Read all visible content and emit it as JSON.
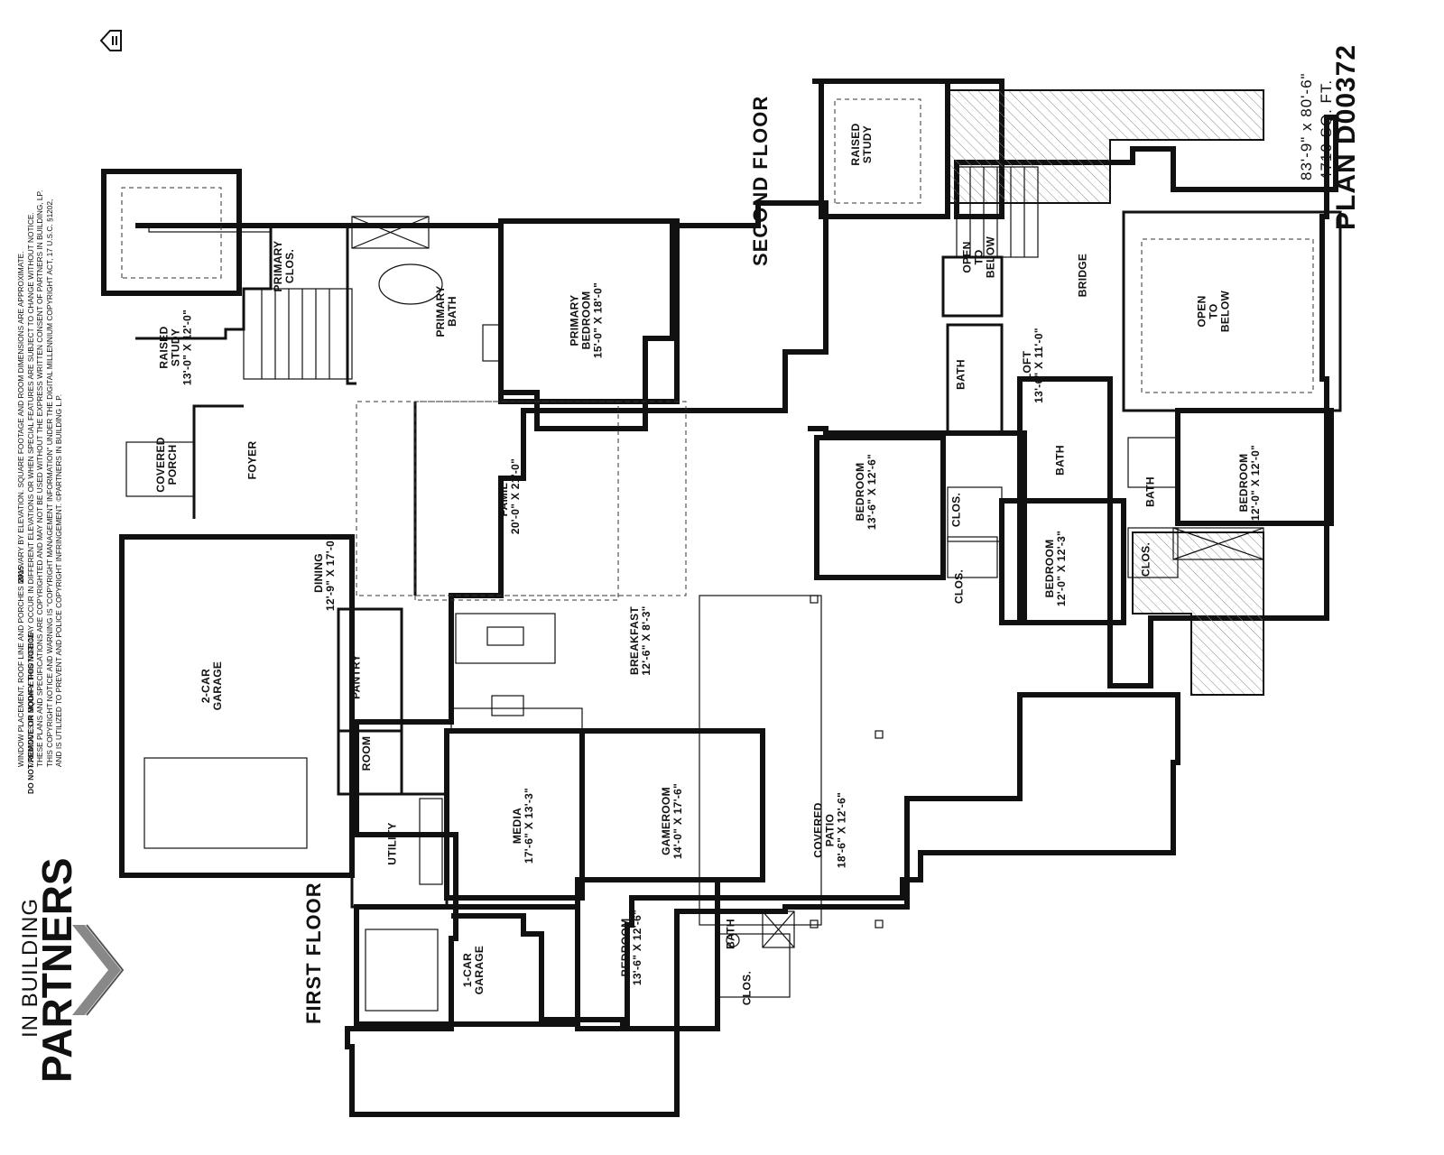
{
  "plan": {
    "title": "PLAN D00372",
    "sqft": "4710 SQ. FT.",
    "dimensions": "83'-9\" x 80'-6\""
  },
  "floors": {
    "first": "FIRST FLOOR",
    "second": "SECOND FLOOR"
  },
  "rooms_first": {
    "primary_closet": "PRIMARY\nCLOS.",
    "raised_study": "RAISED\nSTUDY\n13'-0\" X 12'-0\"",
    "covered_porch": "COVERED\nPORCH",
    "foyer": "FOYER",
    "primary_bath": "PRIMARY\nBATH",
    "primary_bedroom": "PRIMARY\nBEDROOM\n15'-0\" X 18'-0\"",
    "family": "FAMILY\n20'-0\" X 21'-0\"",
    "dining": "DINING\n12'-9\" X 17'-0\"",
    "garage_2car": "2-CAR\nGARAGE",
    "pantry": "PANTRY",
    "mud_room": "MUD\nROOM",
    "utility": "UTILITY",
    "breakfast": "BREAKFAST\n12'-6\" X 8'-3\"",
    "media": "MEDIA\n17'-6\" X 13'-3\"",
    "gameroom": "GAMEROOM\n14'-0\" X 17'-6\"",
    "covered_patio": "COVERED\nPATIO\n18'-6\" X 12'-6\"",
    "garage_1car": "1-CAR\nGARAGE",
    "bedroom": "BEDROOM\n13'-6\" X 12'-6\"",
    "bath": "BATH",
    "closet": "CLOS."
  },
  "rooms_second": {
    "raised_study": "RAISED\nSTUDY",
    "open_below_small": "OPEN\nTO\nBELOW",
    "bridge": "BRIDGE",
    "open_below_large": "OPEN\nTO\nBELOW",
    "loft": "LOFT\n13'-6\" X 11'-0\"",
    "bath_a": "BATH",
    "bedroom_a": "BEDROOM\n12'-0\" X 12'-0\"",
    "bedroom_b": "BEDROOM\n13'-6\" X 12'-6\"",
    "closet_b": "CLOS.",
    "bath_b": "BATH",
    "bedroom_c": "BEDROOM\n12'-0\" X 12'-3\"",
    "bath_c": "BATH",
    "closet_c": "CLOS.",
    "closet_d": "CLOS."
  },
  "notice": {
    "lines": [
      "WINDOW PLACEMENT, ROOF LINE AND PORCHES MAY VARY BY ELEVATION. SQUARE FOOTAGE AND ROOM DIMENSIONS ARE APPROXIMATE.",
      "VARIANCES IN SQUARE FOOTAGE MAY OCCUR IN DIFFERENT ELEVATIONS OR WHEN SPECIAL FEATURES ARE SUBJECT TO CHANGE WITHOUT NOTICE.",
      "THESE PLANS AND SPECIFICATIONS ARE COPYRIGHTED AND MAY NOT BE USED WITHOUT THE EXPRESS WRITTEN CONSENT OF PARTNERS IN BUILDING, LP.",
      "THIS COPYRIGHT NOTICE AND WARNING IS \"COPYRIGHT MANAGEMENT INFORMATION\" UNDER THE DIGITAL MILLENNIUM COPYRIGHT ACT, 17 U.S.C. §1202,",
      "AND IS UTILIZED TO PREVENT AND POLICE COPYRIGHT INFRINGEMENT. ©PARTNERS IN BUILDING L.P."
    ],
    "year": "2015",
    "warning": "DO NOT REMOVE OR MODIFY THIS NOTICE"
  },
  "logo": {
    "name": "PARTNERS",
    "tagline": "IN BUILDING"
  }
}
